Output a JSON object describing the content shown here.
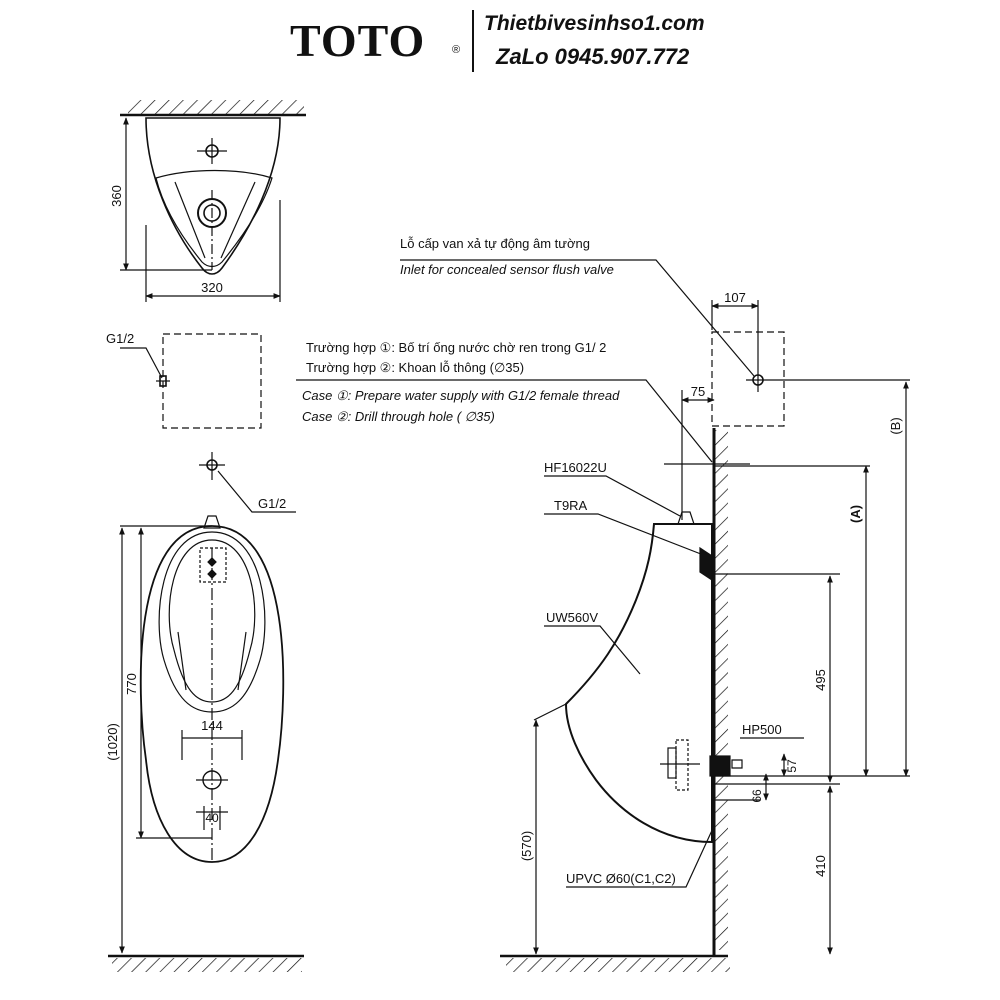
{
  "header": {
    "brand": "TOTO",
    "registered": "®",
    "website": "Thietbivesinhso1.com",
    "contact": "ZaLo 0945.907.772"
  },
  "top_view": {
    "dim_depth": "360",
    "dim_width": "320"
  },
  "front_view": {
    "g12_box": "G1/2",
    "g12_inlet": "G1/2",
    "dim_770": "770",
    "dim_1020": "(1020)",
    "dim_144": "144",
    "dim_40": "40"
  },
  "side_view": {
    "inlet_note_vi": "Lỗ cấp van xả tự động âm tường",
    "inlet_note_en": "Inlet for concealed sensor flush valve",
    "case1_vi": "Trường hợp ①: Bố trí ống nước chờ ren trong G1/ 2",
    "case2_vi": "Trường hợp ②: Khoan lỗ thông (∅35)",
    "case1_en": "Case ①: Prepare water supply with G1/2 female thread",
    "case2_en": "Case ②: Drill through hole ( ∅35)",
    "dim_107": "107",
    "dim_75": "75",
    "label_hf": "HF16022U",
    "label_t9ra": "T9RA",
    "label_uw": "UW560V",
    "label_hp": "HP500",
    "label_upvc": "UPVC Ø60(C1,C2)",
    "dim_A": "(A)",
    "dim_B": "(B)",
    "dim_495": "495",
    "dim_57": "57",
    "dim_66": "66",
    "dim_410": "410",
    "dim_570": "(570)"
  }
}
